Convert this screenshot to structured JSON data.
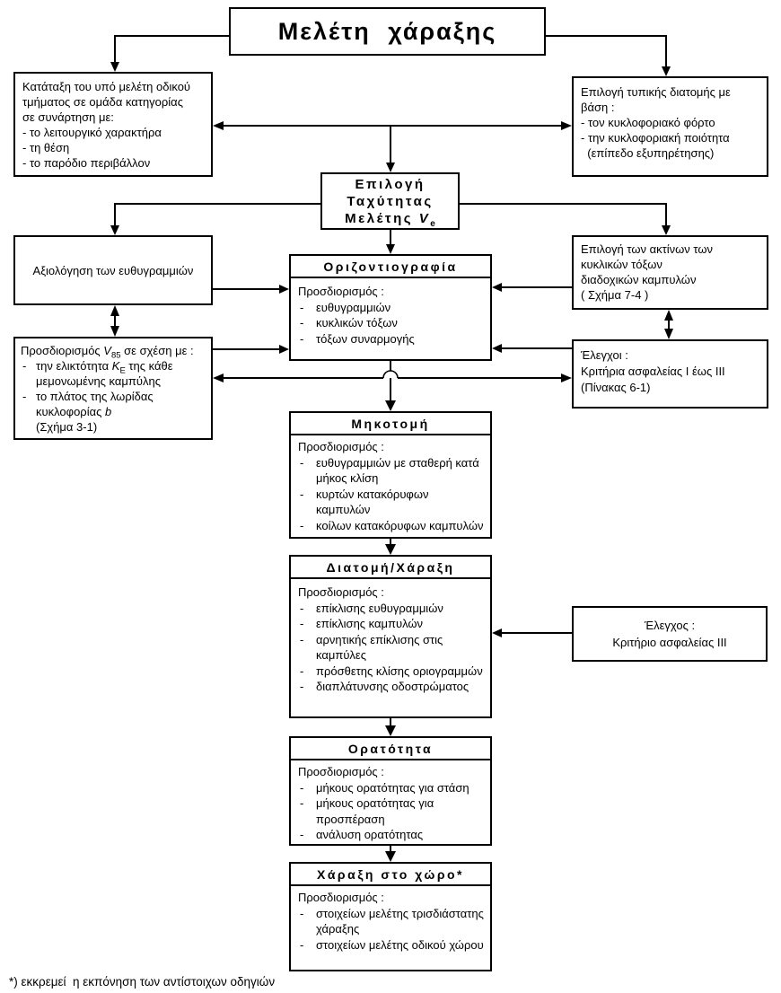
{
  "title": "Μελέτη χάραξης",
  "bullet_char": "-",
  "footnote": "*) εκκρεμεί  η εκπόνηση των αντίστοιχων οδηγιών",
  "boxes": {
    "classification": {
      "text": "Κατάταξη του υπό μελέτη οδικού\nτμήματος σε ομάδα κατηγορίας\nσε συνάρτηση με:\n- το λειτουργικό χαρακτήρα\n- τη θέση\n- το παρόδιο περιβάλλον"
    },
    "typical_section": {
      "text": "Επιλογή τυπικής διατομής με\nβάση :\n- τον κυκλοφοριακό φόρτο\n- την κυκλοφοριακή ποιότητα\n  (επίπεδο εξυπηρέτησης)"
    },
    "design_speed": {
      "line1": "Επιλογή",
      "line2": "Ταχύτητας",
      "line3_main": "Μελέτης ",
      "line3_v": "V",
      "line3_sub": "e"
    },
    "alignment_eval": {
      "text": "Αξιολόγηση των ευθυγραμμιών"
    },
    "horizontal_alignment": {
      "header": "Οριζοντιογραφία",
      "intro": "Προσδιορισμός :",
      "bullets": [
        "ευθυγραμμιών",
        "κυκλικών τόξων",
        "τόξων συναρμογής"
      ]
    },
    "radii_selection": {
      "text": "Επιλογή των ακτίνων των\nκυκλικών τόξων\nδιαδοχικών καμπυλών\n( Σχήμα 7-4 )"
    },
    "v85": {
      "intro_pre": "Προσδιορισμός ",
      "v_symbol": "V",
      "v_sub": "85",
      "intro_post": " σε σχέση με :",
      "b1_pre": "την ελικτότητα ",
      "k_symbol": "K",
      "k_sub": "E",
      "b1_post": " της κάθε μεμονωμένης καμπύλης",
      "b2_main": "το πλάτος της λωρίδας κυκλοφορίας ",
      "b2_italic": "b",
      "b2_note": "(Σχήμα 3-1)"
    },
    "safety_checks": {
      "text": "Έλεγχοι :\nΚριτήρια ασφαλείας Ι έως ΙΙΙ\n(Πίνακας 6-1)"
    },
    "longitudinal": {
      "header": "Μηκοτομή",
      "intro": "Προσδιορισμός :",
      "bullets": [
        "ευθυγραμμιών με σταθερή κατά μήκος  κλίση",
        "κυρτών κατακόρυφων καμπυλών",
        "κοίλων κατακόρυφων καμπυλών"
      ]
    },
    "cross_section_design": {
      "header": "Διατομή/Χάραξη",
      "intro": "Προσδιορισμός :",
      "bullets": [
        "επίκλισης ευθυγραμμιών",
        "επίκλισης καμπυλών",
        "αρνητικής επίκλισης στις καμπύλες",
        "πρόσθετης κλίσης οριογραμμών",
        "διαπλάτυνσης οδοστρώματος"
      ]
    },
    "safety_check_3": {
      "text": "Έλεγχος :\nΚριτήριο ασφαλείας ΙΙΙ"
    },
    "visibility": {
      "header": "Ορατότητα",
      "intro": "Προσδιορισμός :",
      "bullets": [
        "μήκους ορατότητας για στάση",
        "μήκους ορατότητας για προσπέραση",
        "ανάλυση ορατότητας"
      ]
    },
    "spatial_alignment": {
      "header": "Χάραξη στο χώρο*",
      "intro": "Προσδιορισμός :",
      "bullets": [
        "στοιχείων μελέτης τρισδιάστατης χάραξης",
        "στοιχείων μελέτης οδικού χώρου"
      ]
    }
  }
}
